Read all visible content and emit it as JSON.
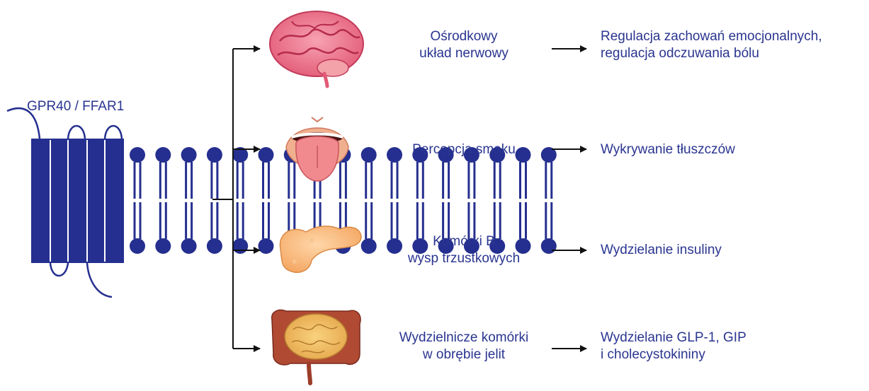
{
  "receptor": {
    "label": "GPR40 / FFAR1"
  },
  "colors": {
    "text": "#2a3590",
    "membrane": "#252f8f",
    "arrow": "#111111"
  },
  "rows": [
    {
      "organ_icon": "brain-icon",
      "target": [
        "Ośrodkowy",
        "układ nerwowy"
      ],
      "effect": [
        "Regulacja zachowań emocjonalnych,",
        "regulacja odczuwania bólu"
      ]
    },
    {
      "organ_icon": "mouth-tongue-icon",
      "target": [
        "Percepcja smaku"
      ],
      "effect": [
        "Wykrywanie tłuszczów"
      ]
    },
    {
      "organ_icon": "pancreas-icon",
      "target": [
        "Komórki B",
        "wysp trzustkowych"
      ],
      "effect": [
        "Wydzielanie insuliny"
      ]
    },
    {
      "organ_icon": "intestines-icon",
      "target": [
        "Wydzielnicze komórki",
        "w obrębie jelit"
      ],
      "effect": [
        "Wydzielanie GLP-1, GIP",
        "i cholecystokininy"
      ]
    }
  ]
}
